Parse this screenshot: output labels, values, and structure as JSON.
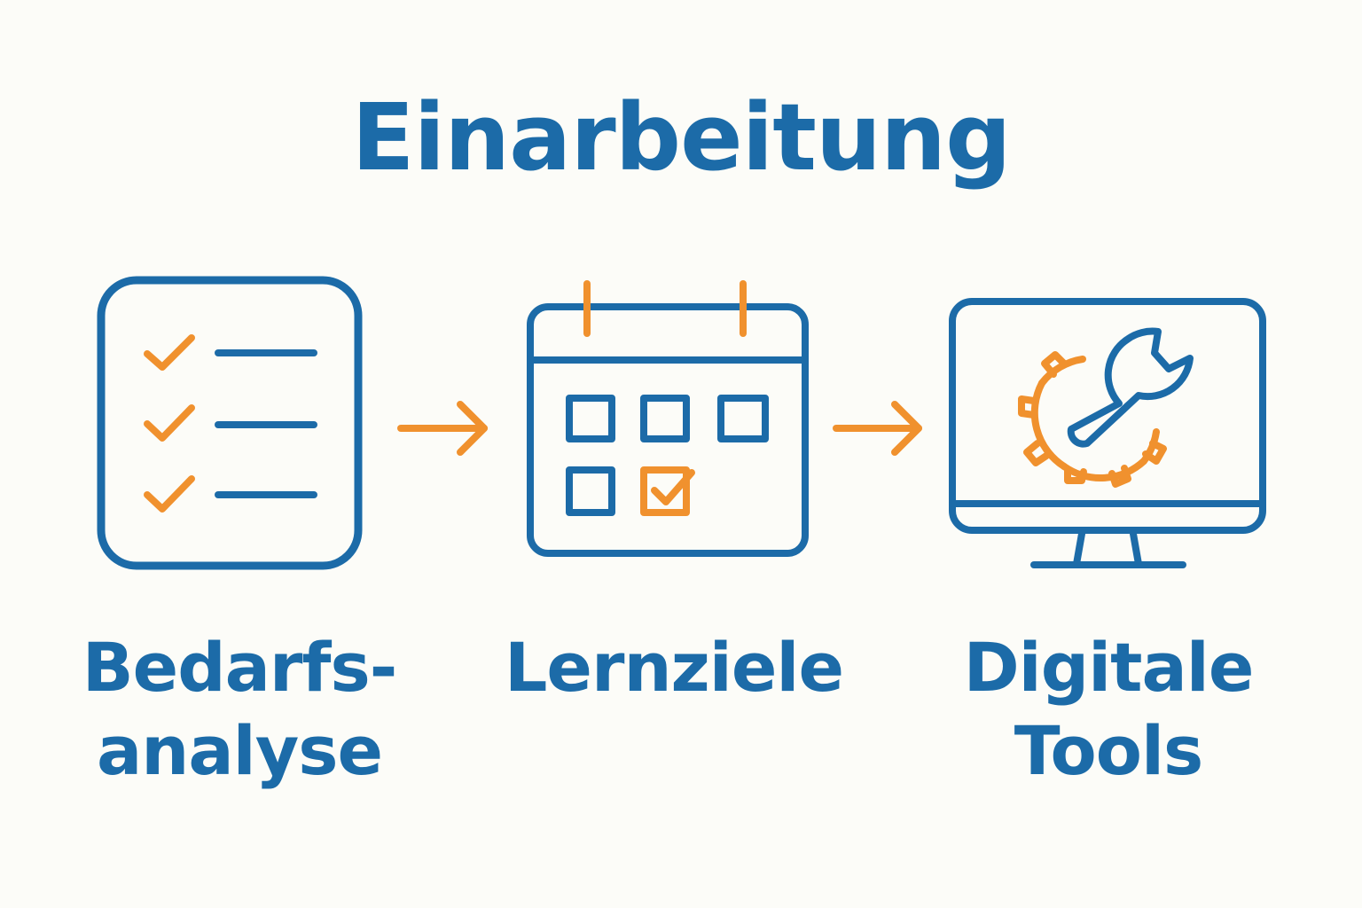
{
  "title": "Einarbeitung",
  "colors": {
    "primary": "#1C6BA8",
    "accent": "#F0912E",
    "background": "#FCFCF8"
  },
  "steps": [
    {
      "icon": "checklist-icon",
      "label_lines": [
        "Bedarfs-",
        "analyse"
      ]
    },
    {
      "icon": "calendar-icon",
      "label_lines": [
        "Lernziele"
      ]
    },
    {
      "icon": "monitor-tools-icon",
      "label_lines": [
        "Digitale",
        "Tools"
      ]
    }
  ],
  "connectors": [
    "arrow-right-icon",
    "arrow-right-icon"
  ]
}
